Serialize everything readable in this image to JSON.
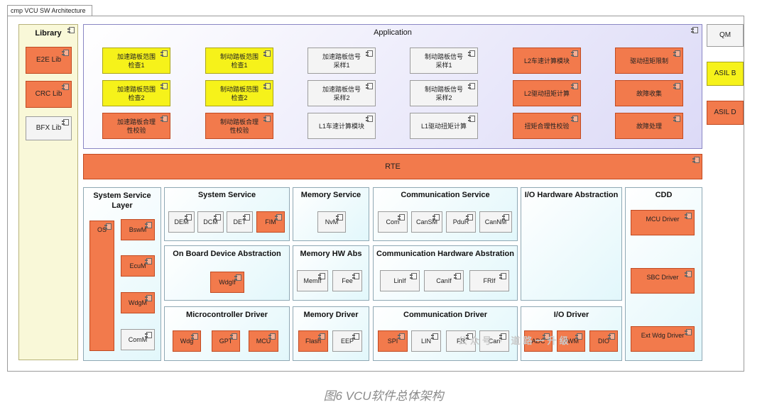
{
  "frame_tab": "cmp VCU SW Architecture",
  "library": {
    "title": "Library",
    "items": [
      "E2E Lib",
      "CRC Lib",
      "BFX Lib"
    ]
  },
  "legend": [
    "QM",
    "ASIL B",
    "ASIL D"
  ],
  "application": {
    "title": "Application",
    "items": [
      "加速踏板范围\n检查1",
      "制动踏板范围\n检查1",
      "加速踏板信号\n采样1",
      "制动踏板信号\n采样1",
      "L2车速计算模块",
      "驱动扭矩限制",
      "加速踏板范围\n检查2",
      "制动踏板范围\n检查2",
      "加速踏板信号\n采样2",
      "制动踏板信号\n采样2",
      "L2驱动扭矩计算",
      "故障收集",
      "加速踏板合理\n性校验",
      "制动踏板合理\n性校验",
      "L1车速计算模块",
      "L1驱动扭矩计算",
      "扭矩合理性校验",
      "故障处理"
    ]
  },
  "rte": "RTE",
  "system_service_layer": {
    "title": "System Service\nLayer",
    "os": "OS",
    "items": [
      "BswM",
      "EcuM",
      "WdgM",
      "ComM"
    ]
  },
  "system_service": {
    "title": "System Service",
    "items": [
      "DEM",
      "DCM",
      "DET",
      "FIM"
    ]
  },
  "memory_service": {
    "title": "Memory Service",
    "items": [
      "NvM"
    ]
  },
  "communication_service": {
    "title": "Communication Service",
    "items": [
      "Com",
      "CanSM",
      "PduR",
      "CanNM"
    ]
  },
  "io_hw_abstraction": {
    "title": "I/O Hardware Abstraction"
  },
  "cdd": {
    "title": "CDD",
    "items": [
      "MCU Driver",
      "SBC Driver",
      "Ext Wdg Driver"
    ]
  },
  "onboard_device_abstraction": {
    "title": "On Board Device Abstraction",
    "items": [
      "WdgIf"
    ]
  },
  "memory_hw_abs": {
    "title": "Memory HW Abs",
    "items": [
      "MemIf",
      "Fee"
    ]
  },
  "communication_hw_abstraction": {
    "title": "Communication Hardware Abstration",
    "items": [
      "LinIf",
      "CanIf",
      "FRIf"
    ]
  },
  "microcontroller_driver": {
    "title": "Microcontroller Driver",
    "items": [
      "Wdg",
      "GPT",
      "MCU"
    ]
  },
  "memory_driver": {
    "title": "Memory Driver",
    "items": [
      "Flash",
      "EEP"
    ]
  },
  "communication_driver": {
    "title": "Communication Driver",
    "items": [
      "SPI",
      "LIN",
      "FR",
      "Can"
    ]
  },
  "io_driver": {
    "title": "I/O Driver",
    "items": [
      "ADC",
      "PWM",
      "DIO"
    ]
  },
  "watermark": "公众号 · 道路一升级",
  "caption": "图6 VCU软件总体架构",
  "colors": {
    "qm": "#f4f4f4",
    "asil_b": "#f6f21a",
    "asil_d": "#f27a4c"
  }
}
